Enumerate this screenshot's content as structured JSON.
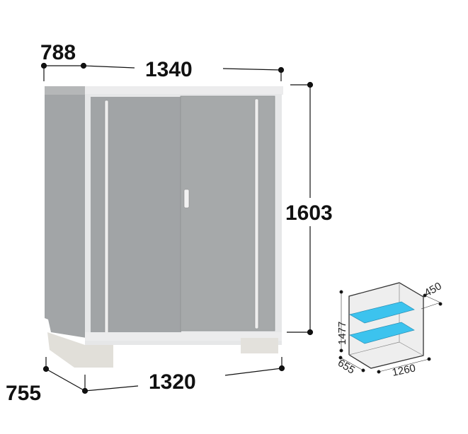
{
  "shed": {
    "dimensions": {
      "roof_depth": "788",
      "roof_width": "1340",
      "height": "1603",
      "base_depth": "755",
      "base_width": "1320"
    },
    "colors": {
      "body": "#a4a7a8",
      "frame": "#e8e9ea",
      "foot": "#e2e0da"
    }
  },
  "interior": {
    "dimensions": {
      "height": "1477",
      "shelf_depth": "450",
      "depth": "655",
      "width": "1260"
    },
    "colors": {
      "shelf": "#3cc3ee",
      "box": "#ededed"
    }
  }
}
